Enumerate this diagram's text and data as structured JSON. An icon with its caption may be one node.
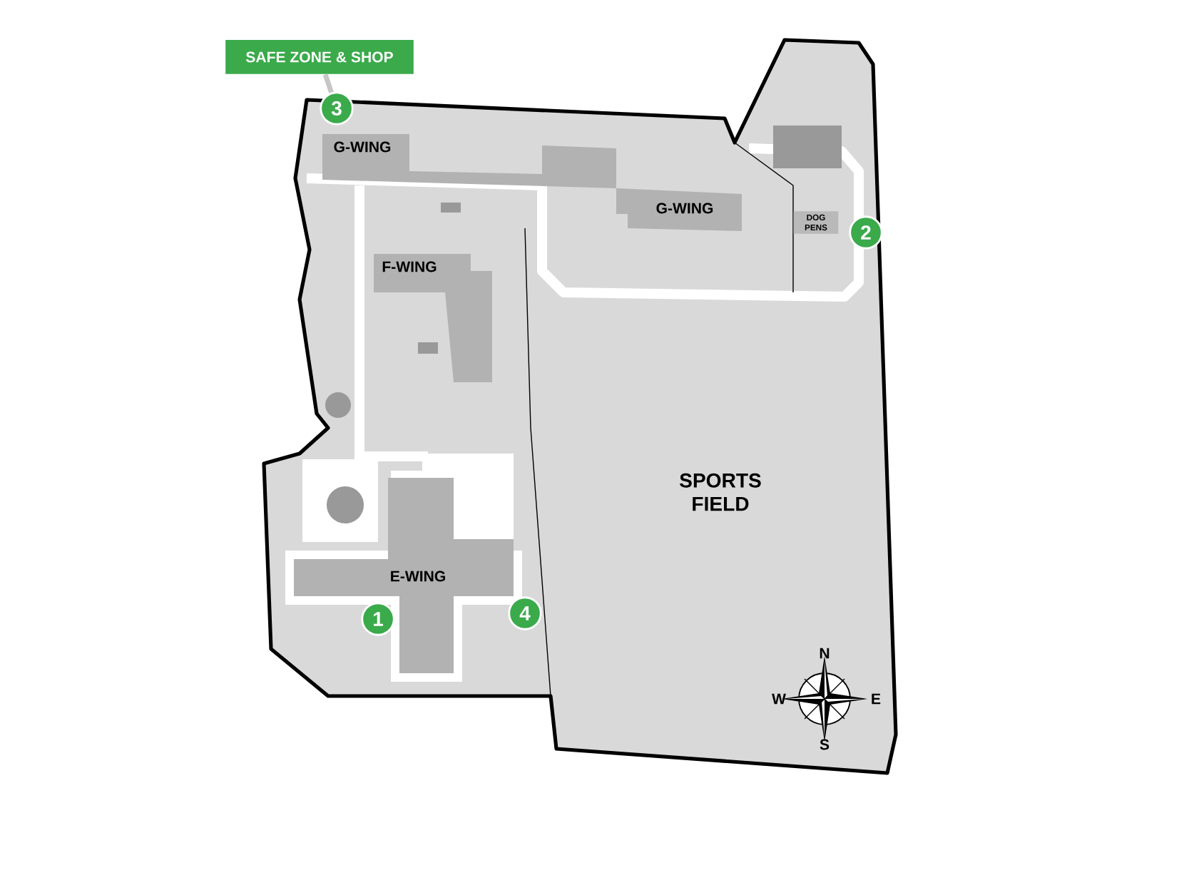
{
  "diagram": {
    "nodes": [
      {
        "text": [
          "SAFE ZONE & SHOP"
        ]
      },
      {
        "text": [
          "3"
        ]
      },
      {
        "text": [
          "G-WING"
        ]
      },
      {
        "text": [
          "G-WING"
        ]
      },
      {
        "text": [
          "DOG PENS"
        ]
      },
      {
        "text": [
          "2"
        ]
      },
      {
        "text": [
          "F-WING"
        ]
      },
      {
        "text": [
          "E-WING"
        ]
      },
      {
        "text": [
          "1"
        ]
      },
      {
        "text": [
          "4"
        ]
      }
    ],
    "edges": [
      {
        "from": 0,
        "to": 1,
        "arrow": "none"
      }
    ],
    "labels": [
      "SPORTS FIELD",
      "N",
      "W",
      "E",
      "S"
    ]
  }
}
